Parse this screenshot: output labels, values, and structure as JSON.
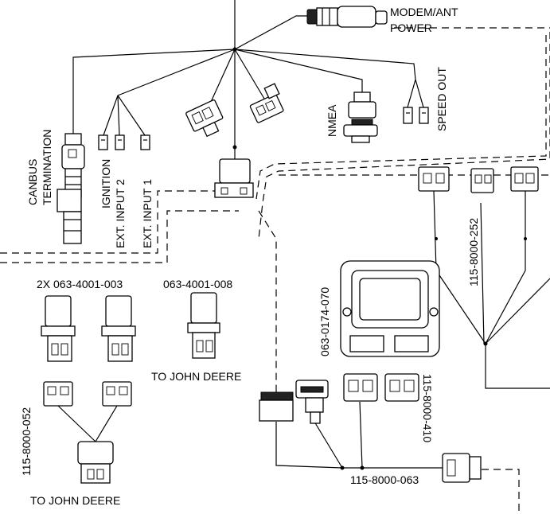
{
  "labels": {
    "modem_power": [
      "MODEM/ANT",
      "POWER"
    ],
    "speed_out": "SPEED OUT",
    "nmea": "NMEA",
    "canbus": [
      "CANBUS",
      "TERMINATION"
    ],
    "ignition": "IGNITION",
    "ext_input_2": "EXT. INPUT 2",
    "ext_input_1": "EXT. INPUT 1",
    "part_2x_063_4001_003": "2X 063-4001-003",
    "part_063_4001_008": "063-4001-008",
    "part_063_0174_070": "063-0174-070",
    "part_115_8000_252": "115-8000-252",
    "part_115_8000_052": "115-8000-052",
    "part_115_8000_410": "115-8000-410",
    "part_115_8000_063": "115-8000-063",
    "to_john_deere_upper": "TO JOHN DEERE",
    "to_john_deere_lower": "TO JOHN DEERE"
  }
}
